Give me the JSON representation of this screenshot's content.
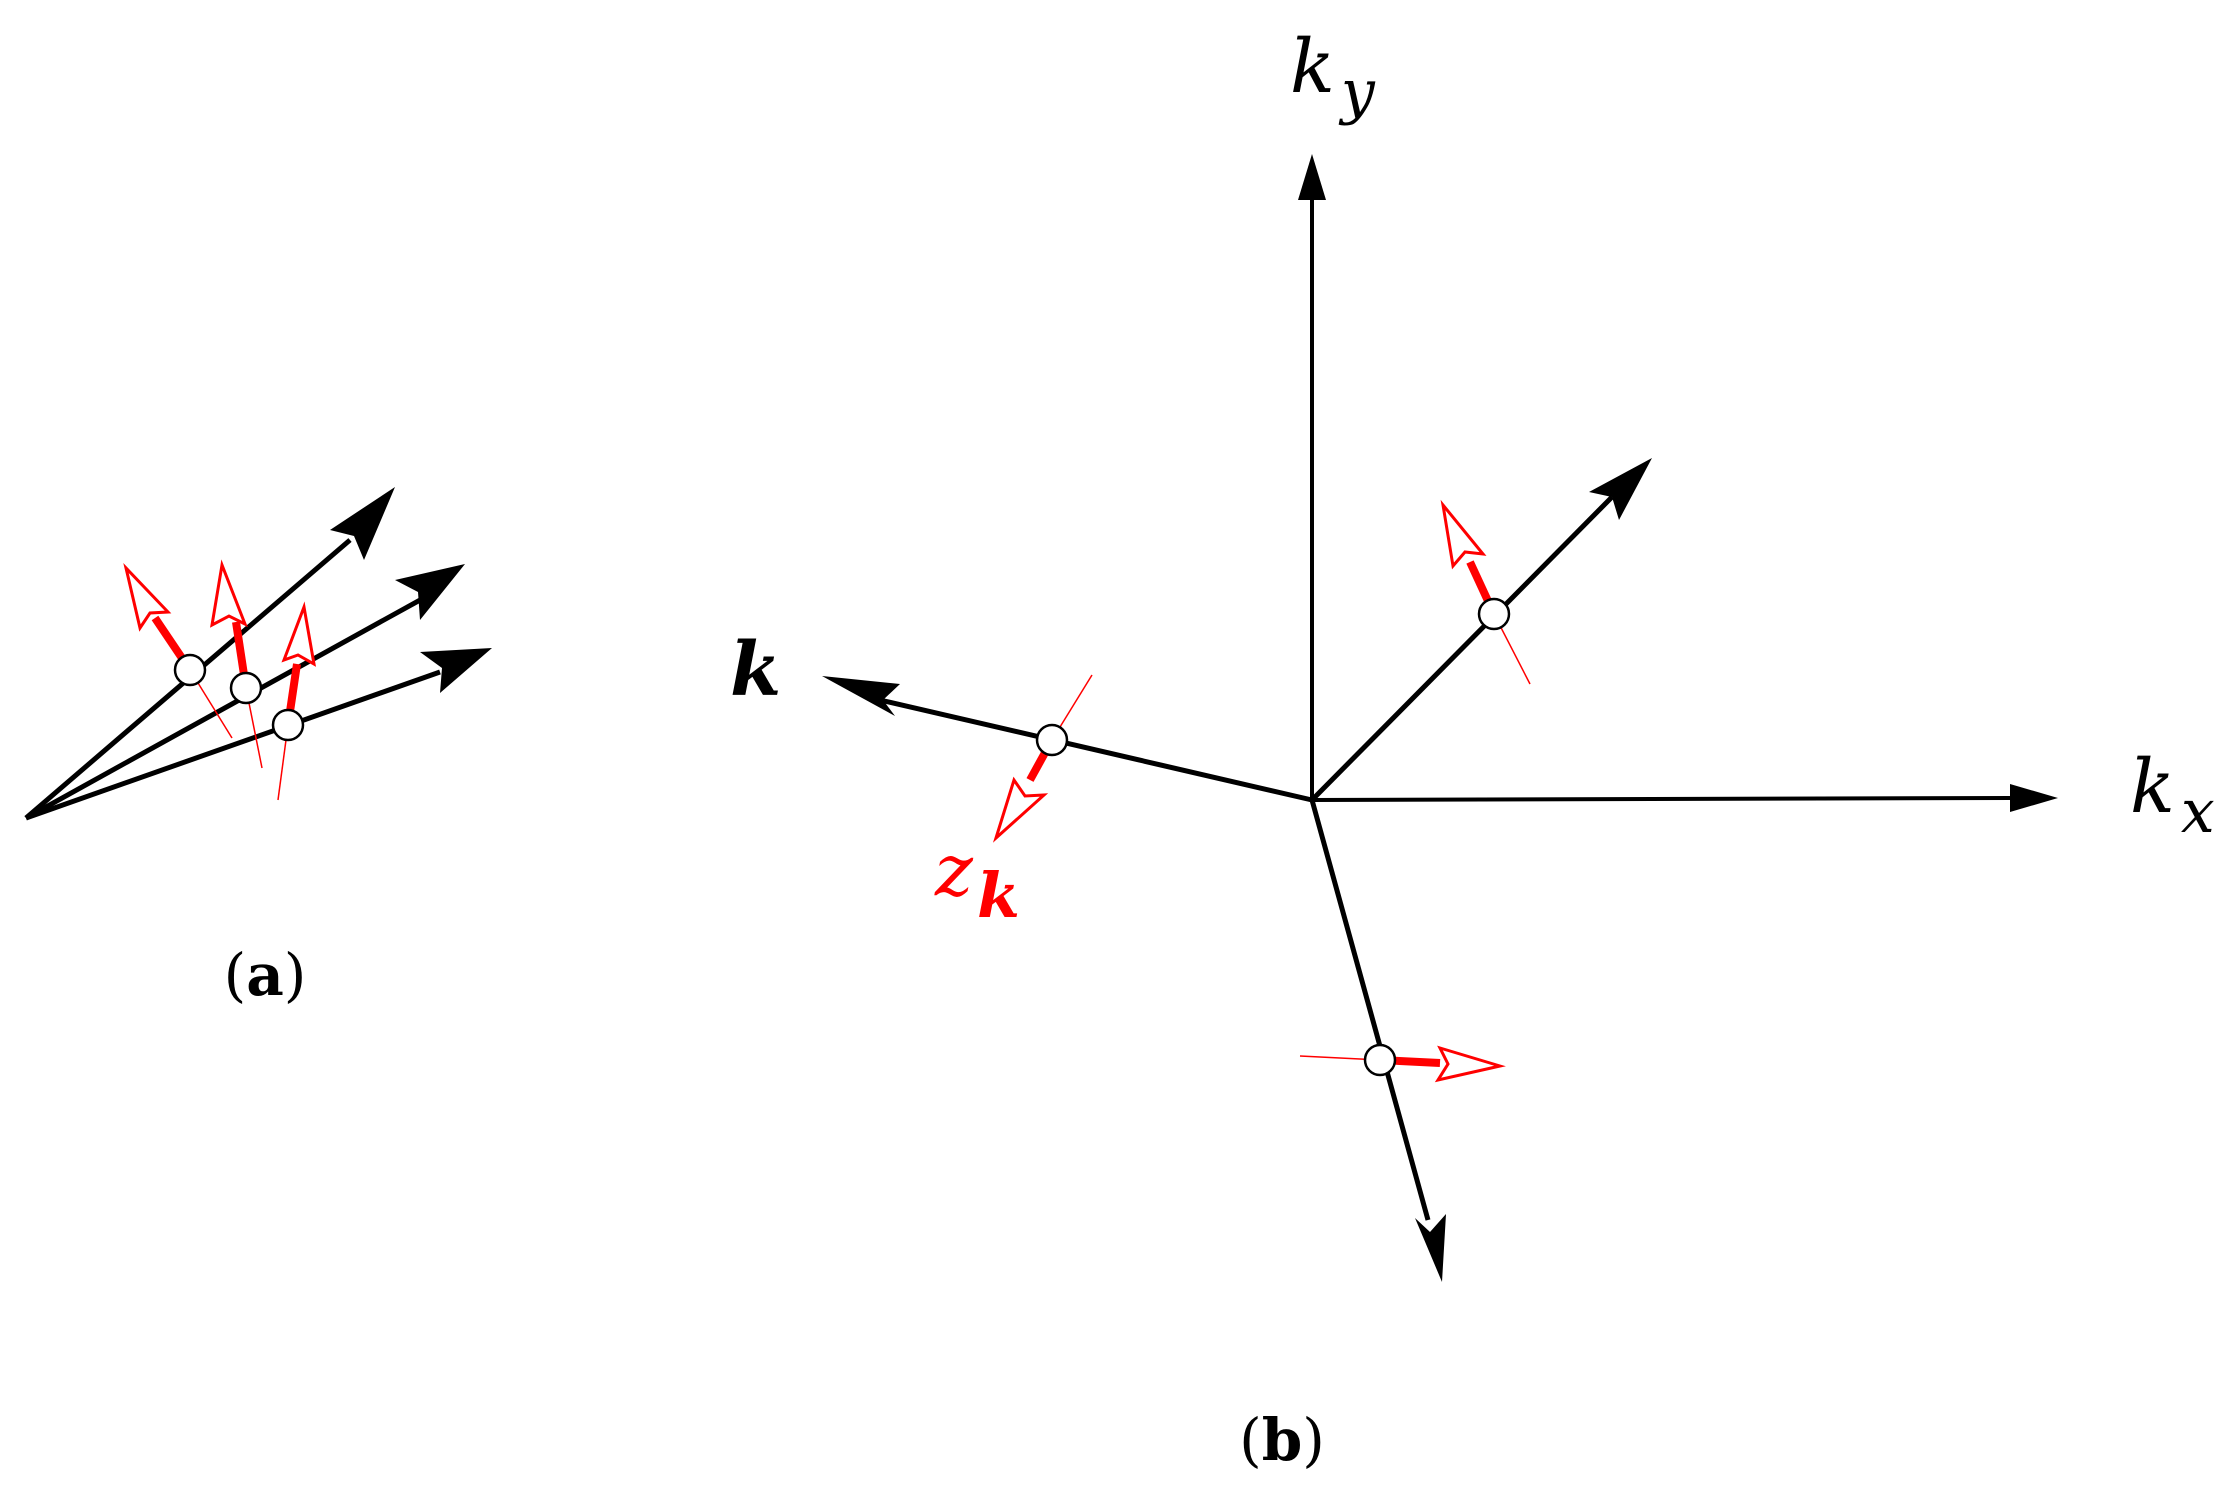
{
  "panel_a": {
    "label_open": "(",
    "label_letter": "a",
    "label_close": ")"
  },
  "panel_b": {
    "label_open": "(",
    "label_letter": "b",
    "label_close": ")",
    "axis_ky_base": "k",
    "axis_ky_sub": "y",
    "axis_kx_base": "k",
    "axis_kx_sub": "x",
    "vector_k": "k",
    "spin_label_base": "z",
    "spin_label_sub": "k"
  },
  "colors": {
    "axis": "#000000",
    "spin": "#ff0000",
    "background": "#ffffff"
  }
}
